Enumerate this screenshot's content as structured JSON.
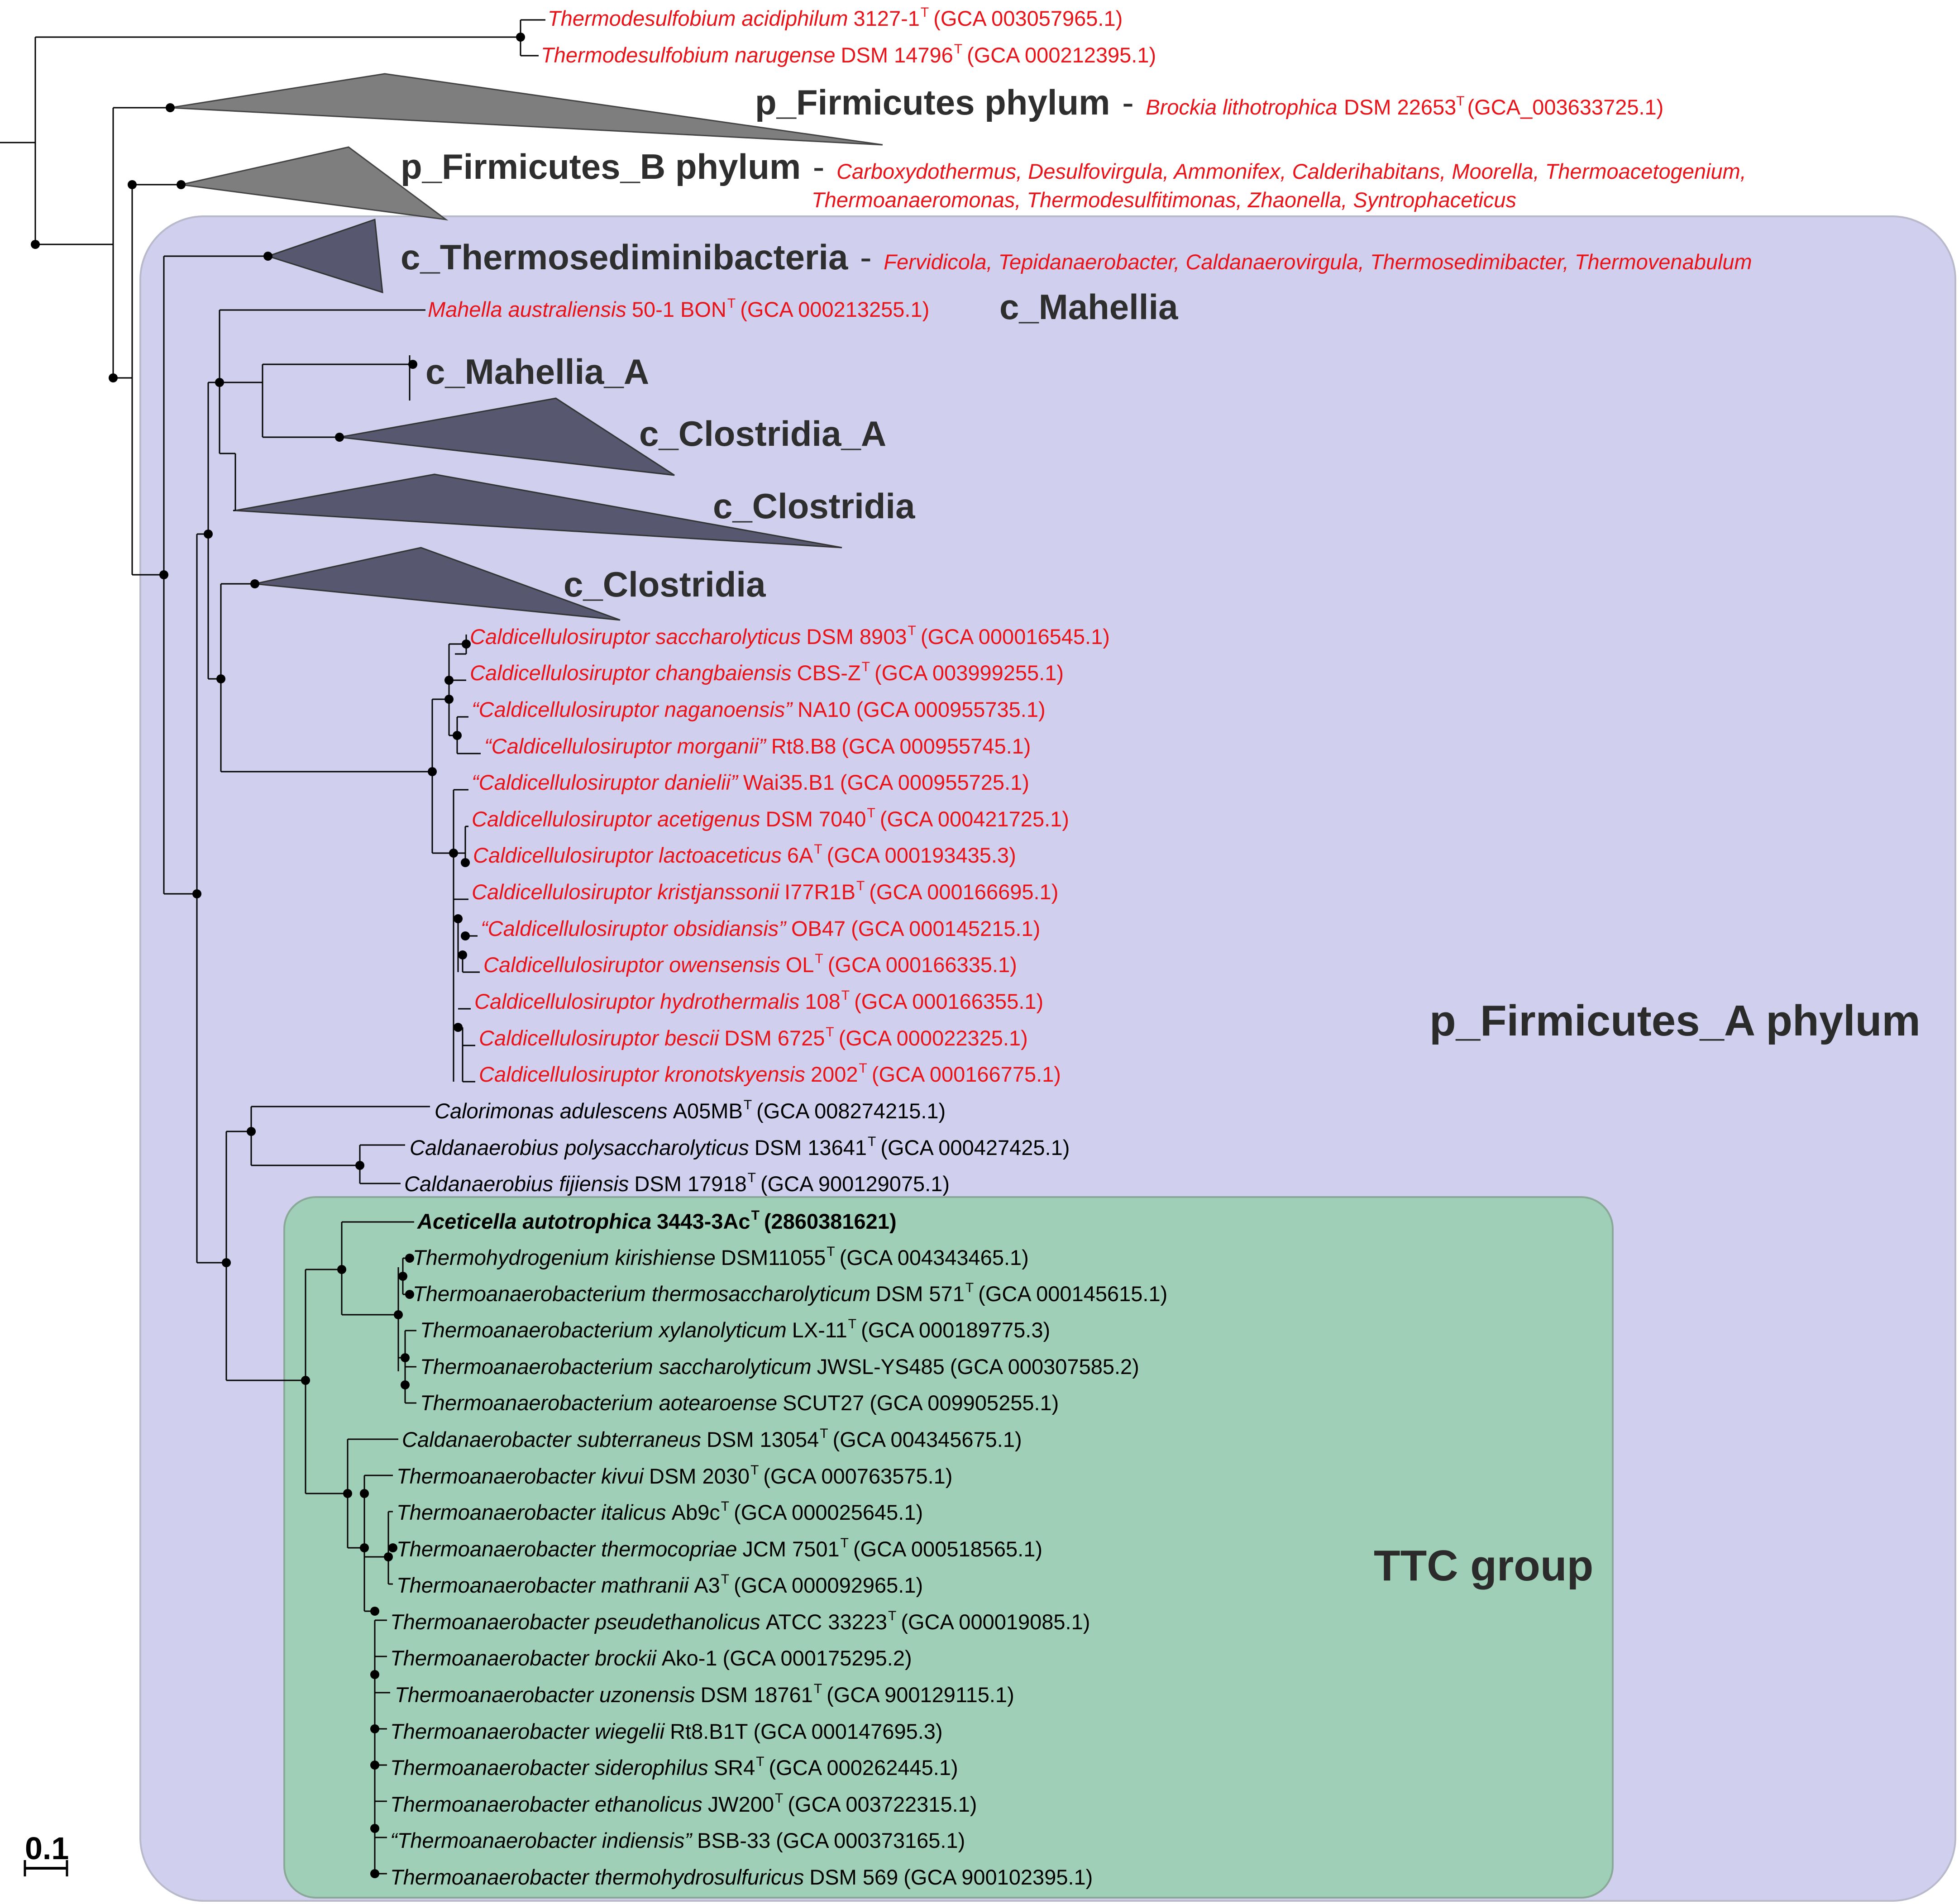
{
  "colors": {
    "outgroup_text": "#e8141a",
    "ingroup_text": "#000000",
    "firmicutes_a_box": "#d0d0ee",
    "ttc_box": "#9fcfb6",
    "clade_triangle_dark": "#575870",
    "clade_triangle_gray": "#7e7e7e"
  },
  "regions": {
    "firmicutes_a_label": "p_Firmicutes_A phylum",
    "ttc_label": "TTC group"
  },
  "scale_bar": {
    "label": "0.1"
  },
  "clades": {
    "firmicutes": {
      "name": "p_Firmicutes phylum",
      "sep": "-",
      "rep_species": "Brockia lithotrophica",
      "rep_strain": "DSM 22653",
      "rep_acc": "(GCA_003633725.1)"
    },
    "firmicutes_b": {
      "name": "p_Firmicutes_B phylum",
      "sep": "-",
      "genera_line1": "Carboxydothermus, Desulfovirgula, Ammonifex, Calderihabitans, Moorella, Thermoacetogenium,",
      "genera_line2": "Thermoanaeromonas, Thermodesulfitimonas, Zhaonella, Syntrophaceticus"
    },
    "thermosediminibacteria": {
      "name": "c_Thermosediminibacteria",
      "sep": "-",
      "genera": "Fervidicola, Tepidanaerobacter, Caldanaerovirgula, Thermosedimibacter, Thermovenabulum"
    },
    "mahellia": {
      "name": "c_Mahellia"
    },
    "mahellia_a": {
      "name": "c_Mahellia_A"
    },
    "clostridia_a": {
      "name": "c_Clostridia_A"
    },
    "clostridia_1": {
      "name": "c_Clostridia"
    },
    "clostridia_2": {
      "name": "c_Clostridia"
    }
  },
  "taxa": [
    {
      "id": "t1",
      "pre": "",
      "genus": "Thermodesulfobium acidiphilum",
      "post": "",
      "strain": "3127-1",
      "type": true,
      "acc": "(GCA 003057965.1)"
    },
    {
      "id": "t2",
      "pre": "",
      "genus": "Thermodesulfobium narugense",
      "post": "",
      "strain": "DSM 14796",
      "type": true,
      "acc": "(GCA 000212395.1)"
    },
    {
      "id": "t3",
      "pre": "",
      "genus": "Mahella australiensis",
      "post": "",
      "strain": "50-1 BON",
      "type": true,
      "acc": "(GCA 000213255.1)"
    },
    {
      "id": "t4",
      "pre": "",
      "genus": "Caldicellulosiruptor saccharolyticus",
      "post": "",
      "strain": "DSM 8903",
      "type": true,
      "acc": "(GCA 000016545.1)"
    },
    {
      "id": "t5",
      "pre": "",
      "genus": "Caldicellulosiruptor changbaiensis",
      "post": "",
      "strain": "CBS-Z",
      "type": true,
      "acc": "(GCA 003999255.1)"
    },
    {
      "id": "t6",
      "pre": "“",
      "genus": "Caldicellulosiruptor naganoensis",
      "post": "”",
      "strain": "NA10",
      "type": false,
      "acc": "(GCA 000955735.1)"
    },
    {
      "id": "t7",
      "pre": "“",
      "genus": "Caldicellulosiruptor morganii",
      "post": "”",
      "strain": "Rt8.B8",
      "type": false,
      "acc": "(GCA 000955745.1)"
    },
    {
      "id": "t8",
      "pre": "“",
      "genus": "Caldicellulosiruptor danielii",
      "post": "”",
      "strain": "Wai35.B1",
      "type": false,
      "acc": "(GCA 000955725.1)"
    },
    {
      "id": "t9",
      "pre": "",
      "genus": "Caldicellulosiruptor acetigenus",
      "post": "",
      "strain": "DSM 7040",
      "type": true,
      "acc": "(GCA 000421725.1)"
    },
    {
      "id": "t10",
      "pre": "",
      "genus": "Caldicellulosiruptor lactoaceticus",
      "post": "",
      "strain": "6A",
      "type": true,
      "acc": "(GCA 000193435.3)"
    },
    {
      "id": "t11",
      "pre": "",
      "genus": "Caldicellulosiruptor kristjanssonii",
      "post": "",
      "strain": "I77R1B",
      "type": true,
      "acc": "(GCA 000166695.1)"
    },
    {
      "id": "t12",
      "pre": "“",
      "genus": "Caldicellulosiruptor obsidiansis",
      "post": "”",
      "strain": "OB47",
      "type": false,
      "acc": "(GCA 000145215.1)"
    },
    {
      "id": "t13",
      "pre": "",
      "genus": "Caldicellulosiruptor owensensis",
      "post": "",
      "strain": "OL",
      "type": true,
      "acc": "(GCA 000166335.1)"
    },
    {
      "id": "t14",
      "pre": "",
      "genus": "Caldicellulosiruptor hydrothermalis",
      "post": "",
      "strain": "108",
      "type": true,
      "acc": "(GCA 000166355.1)"
    },
    {
      "id": "t15",
      "pre": "",
      "genus": "Caldicellulosiruptor bescii",
      "post": "",
      "strain": "DSM 6725",
      "type": true,
      "acc": "(GCA 000022325.1)"
    },
    {
      "id": "t16",
      "pre": "",
      "genus": "Caldicellulosiruptor kronotskyensis",
      "post": "",
      "strain": "2002",
      "type": true,
      "acc": "(GCA 000166775.1)"
    },
    {
      "id": "t17",
      "pre": "",
      "genus": "Calorimonas adulescens",
      "post": "",
      "strain": "A05MB",
      "type": true,
      "acc": "(GCA 008274215.1)"
    },
    {
      "id": "t18",
      "pre": "",
      "genus": "Caldanaerobius polysaccharolyticus",
      "post": "",
      "strain": "DSM 13641",
      "type": true,
      "acc": "(GCA 000427425.1)"
    },
    {
      "id": "t19",
      "pre": "",
      "genus": "Caldanaerobius fijiensis",
      "post": "",
      "strain": "DSM 17918",
      "type": true,
      "acc": "(GCA 900129075.1)"
    },
    {
      "id": "t20",
      "pre": "",
      "genus": "Aceticella autotrophica",
      "post": "",
      "strain": "3443-3Ac",
      "type": true,
      "acc": "(2860381621)"
    },
    {
      "id": "t21",
      "pre": "",
      "genus": "Thermohydrogenium kirishiense",
      "post": "",
      "strain": "DSM11055",
      "type": true,
      "acc": "(GCA 004343465.1)"
    },
    {
      "id": "t22",
      "pre": "",
      "genus": "Thermoanaerobacterium thermosaccharolyticum",
      "post": "",
      "strain": "DSM 571",
      "type": true,
      "acc": "(GCA 000145615.1)"
    },
    {
      "id": "t23",
      "pre": "",
      "genus": "Thermoanaerobacterium xylanolyticum",
      "post": "",
      "strain": "LX-11",
      "type": true,
      "acc": "(GCA 000189775.3)"
    },
    {
      "id": "t24",
      "pre": "",
      "genus": "Thermoanaerobacterium saccharolyticum",
      "post": "",
      "strain": "JWSL-YS485",
      "type": false,
      "acc": "(GCA 000307585.2)"
    },
    {
      "id": "t25",
      "pre": "",
      "genus": "Thermoanaerobacterium aotearoense",
      "post": "",
      "strain": "SCUT27",
      "type": false,
      "acc": "(GCA 009905255.1)"
    },
    {
      "id": "t26",
      "pre": "",
      "genus": "Caldanaerobacter subterraneus",
      "post": "",
      "strain": "DSM 13054",
      "type": true,
      "acc": "(GCA 004345675.1)"
    },
    {
      "id": "t27",
      "pre": "",
      "genus": "Thermoanaerobacter kivui",
      "post": "",
      "strain": "DSM 2030",
      "type": true,
      "acc": "(GCA 000763575.1)"
    },
    {
      "id": "t28",
      "pre": "",
      "genus": "Thermoanaerobacter italicus",
      "post": "",
      "strain": "Ab9c",
      "type": true,
      "acc": "(GCA 000025645.1)"
    },
    {
      "id": "t29",
      "pre": "",
      "genus": "Thermoanaerobacter thermocopriae",
      "post": "",
      "strain": "JCM 7501",
      "type": true,
      "acc": "(GCA 000518565.1)"
    },
    {
      "id": "t30",
      "pre": "",
      "genus": "Thermoanaerobacter mathranii",
      "post": "",
      "strain": "A3",
      "type": true,
      "acc": "(GCA 000092965.1)"
    },
    {
      "id": "t31",
      "pre": "",
      "genus": "Thermoanaerobacter pseudethanolicus",
      "post": "",
      "strain": "ATCC 33223",
      "type": true,
      "acc": "(GCA 000019085.1)"
    },
    {
      "id": "t32",
      "pre": "",
      "genus": "Thermoanaerobacter brockii",
      "post": "",
      "strain": "Ako-1",
      "type": false,
      "acc": "(GCA 000175295.2)"
    },
    {
      "id": "t33",
      "pre": "",
      "genus": "Thermoanaerobacter uzonensis",
      "post": "",
      "strain": "DSM 18761",
      "type": true,
      "acc": "(GCA 900129115.1)"
    },
    {
      "id": "t34",
      "pre": "",
      "genus": "Thermoanaerobacter wiegelii",
      "post": "",
      "strain": "Rt8.B1T",
      "type": false,
      "acc": "(GCA 000147695.3)"
    },
    {
      "id": "t35",
      "pre": "",
      "genus": "Thermoanaerobacter siderophilus",
      "post": "",
      "strain": "SR4",
      "type": true,
      "acc": "(GCA 000262445.1)"
    },
    {
      "id": "t36",
      "pre": "",
      "genus": "Thermoanaerobacter ethanolicus",
      "post": "",
      "strain": "JW200",
      "type": true,
      "acc": "(GCA 003722315.1)"
    },
    {
      "id": "t37",
      "pre": "“",
      "genus": "Thermoanaerobacter indiensis",
      "post": "”",
      "strain": "BSB-33",
      "type": false,
      "acc": "(GCA 000373165.1)"
    },
    {
      "id": "t38",
      "pre": "",
      "genus": "Thermoanaerobacter thermohydrosulfuricus",
      "post": "",
      "strain": "DSM 569",
      "type": false,
      "acc": "(GCA 900102395.1)"
    }
  ],
  "type_strain_marker": "T"
}
